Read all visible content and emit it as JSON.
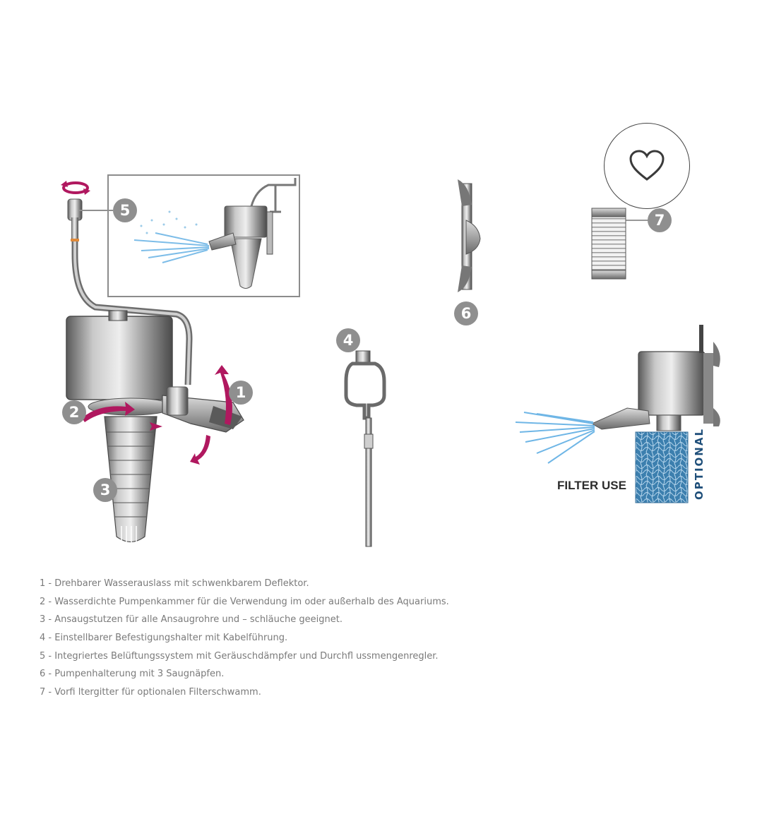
{
  "callouts": [
    "1",
    "2",
    "3",
    "4",
    "5",
    "6",
    "7"
  ],
  "filter_label": "FILTER USE",
  "optional_label": "OPTIONAL",
  "legend": [
    "1 - Drehbarer Wasserauslass mit schwenkbarem Deflektor.",
    "2 - Wasserdichte Pumpenkammer für die Verwendung im oder außerhalb des Aquariums.",
    "3 - Ansaugstutzen für alle Ansaugrohre und – schläuche geeignet.",
    "4 - Einstellbarer Befestigungshalter mit Kabelführung.",
    "5 - Integriertes Belüftungssystem mit Geräuschdämpfer und Durchfl ussmengenregler.",
    "6 - Pumpenhalterung mit 3 Saugnäpfen.",
    "7 - Vorfi ltergitter für optionalen Filterschwamm."
  ],
  "colors": {
    "accent": "#b0185f",
    "callout_badge": "#8f8f8f",
    "water": "#6fb6e6",
    "sponge": "#3c7fae"
  },
  "icons": {
    "favorite": "heart-icon"
  }
}
